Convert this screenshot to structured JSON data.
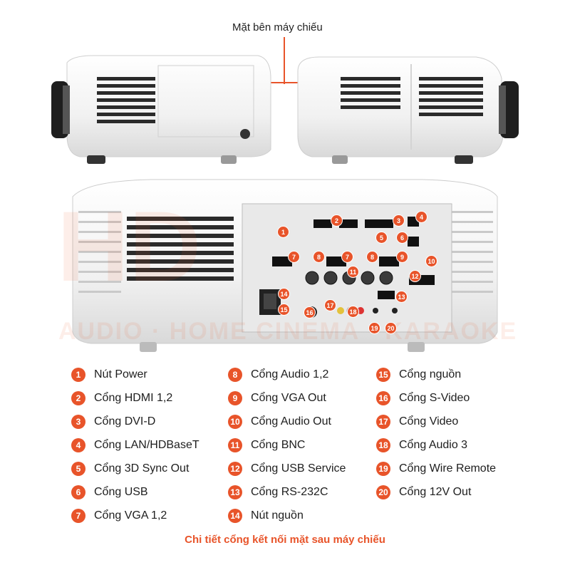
{
  "header": {
    "side_label": "Mặt bên máy chiếu"
  },
  "watermark": {
    "line1": "HD",
    "line2": "AUDIO · HOME CINEMA · KARAOKE"
  },
  "legend": [
    {
      "num": "1",
      "label": "Nút Power"
    },
    {
      "num": "2",
      "label": "Cổng HDMI 1,2"
    },
    {
      "num": "3",
      "label": "Cổng DVI-D"
    },
    {
      "num": "4",
      "label": "Cổng LAN/HDBaseT"
    },
    {
      "num": "5",
      "label": "Cổng 3D Sync Out"
    },
    {
      "num": "6",
      "label": "Cổng USB"
    },
    {
      "num": "7",
      "label": "Cổng VGA 1,2"
    },
    {
      "num": "8",
      "label": "Cổng Audio 1,2"
    },
    {
      "num": "9",
      "label": "Cổng VGA Out"
    },
    {
      "num": "10",
      "label": "Cổng Audio Out"
    },
    {
      "num": "11",
      "label": "Cổng BNC"
    },
    {
      "num": "12",
      "label": "Cổng USB Service"
    },
    {
      "num": "13",
      "label": "Cổng RS-232C"
    },
    {
      "num": "14",
      "label": "Nút nguồn"
    },
    {
      "num": "15",
      "label": "Cổng nguồn"
    },
    {
      "num": "16",
      "label": "Cổng S-Video"
    },
    {
      "num": "17",
      "label": "Cổng Video"
    },
    {
      "num": "18",
      "label": "Cổng Audio 3"
    },
    {
      "num": "19",
      "label": "Cổng Wire Remote"
    },
    {
      "num": "20",
      "label": "Cổng 12V Out"
    }
  ],
  "caption": "Chi tiết cổng kết nối mặt sau máy chiếu",
  "colors": {
    "accent": "#e8542a",
    "body": "#f2f2f2",
    "vent": "#2b2b2b"
  }
}
